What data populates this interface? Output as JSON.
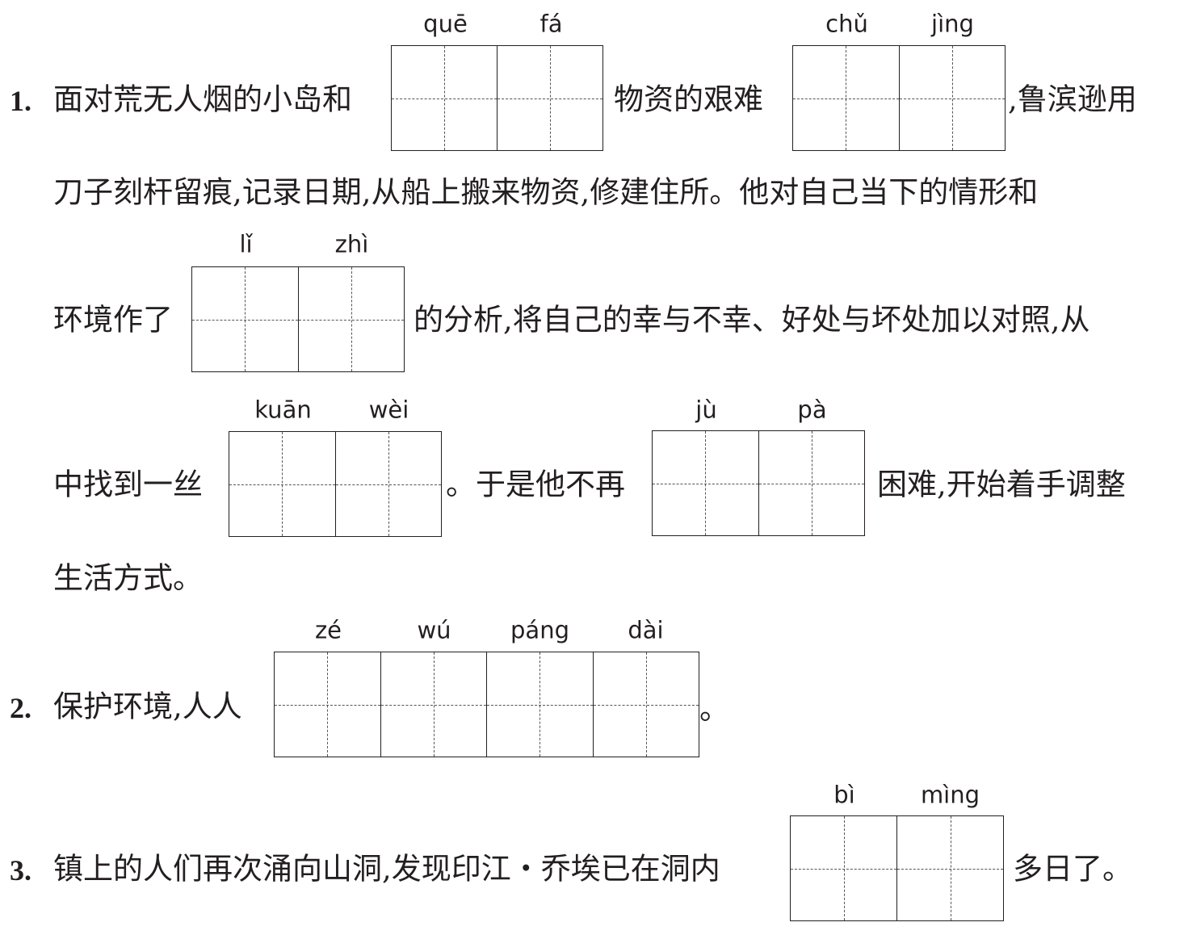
{
  "questions": [
    {
      "number": "1.",
      "lines": [
        {
          "segments": [
            "面对荒无人烟的小岛和",
            "物资的艰难",
            ",鲁滨逊用"
          ]
        },
        {
          "segments": [
            "刀子刻杆留痕,记录日期,从船上搬来物资,修建住所。他对自己当下的情形和"
          ]
        },
        {
          "segments": [
            "环境作了",
            "的分析,将自己的幸与不幸、好处与坏处加以对照,从"
          ]
        },
        {
          "segments": [
            "中找到一丝",
            "。于是他不再",
            "困难,开始着手调整"
          ]
        },
        {
          "segments": [
            "生活方式。"
          ]
        }
      ],
      "blanks": [
        {
          "pinyin": [
            "quē",
            "fá"
          ]
        },
        {
          "pinyin": [
            "chǔ",
            "jìng"
          ]
        },
        {
          "pinyin": [
            "lǐ",
            "zhì"
          ]
        },
        {
          "pinyin": [
            "kuān",
            "wèi"
          ]
        },
        {
          "pinyin": [
            "jù",
            "pà"
          ]
        }
      ]
    },
    {
      "number": "2.",
      "segments": [
        "保护环境,人人",
        "。"
      ],
      "blanks": [
        {
          "pinyin": [
            "zé",
            "wú",
            "páng",
            "dài"
          ]
        }
      ]
    },
    {
      "number": "3.",
      "segments": [
        "镇上的人们再次涌向山洞,发现印江・乔埃已在洞内",
        "多日了。"
      ],
      "blanks": [
        {
          "pinyin": [
            "bì",
            "mìng"
          ]
        }
      ]
    }
  ]
}
